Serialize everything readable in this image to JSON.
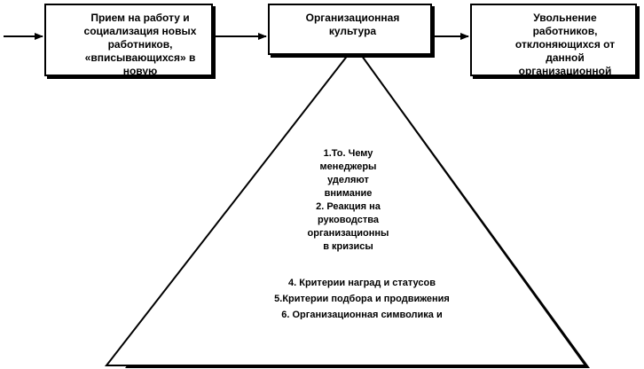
{
  "diagram": {
    "box_left": "Прием на работу и\nсоциализация новых\nработников,\n«вписывающихся» в новую",
    "box_mid": "Организационная\nкультура",
    "box_right": "Увольнение\nработников,\nотклоняющихся от данной\nорганизационной",
    "factors_upper": "1.То. Чему\nменеджеры\nуделяют\nвнимание\n2. Реакция на\nруководства\nорганизационны\nв кризисы",
    "factors_lower": "4.   Критерии наград и статусов\n5.Критерии подбора и продвижения\n6. Организационная символика и"
  }
}
